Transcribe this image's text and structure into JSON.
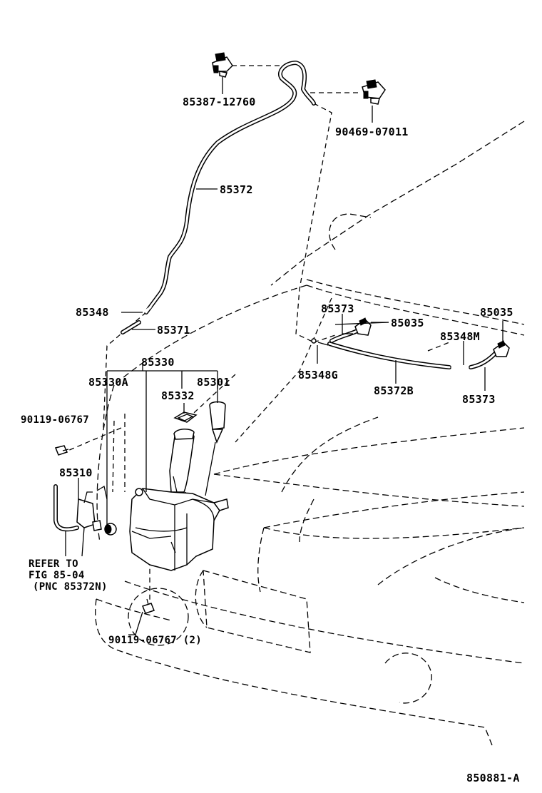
{
  "labels": {
    "p85387": "85387-12760",
    "p90469": "90469-07011",
    "p85372": "85372",
    "p85348": "85348",
    "p85371": "85371",
    "p85330": "85330",
    "p85330A": "85330A",
    "p85301": "85301",
    "p85332": "85332",
    "p90119a": "90119-06767",
    "p85310": "85310",
    "refer1": "REFER TO",
    "refer2": "FIG 85-04",
    "refer3": "(PNC 85372N)",
    "p90119b": "90119-06767 (2)",
    "p85373a": "85373",
    "p85035a": "85035",
    "p85035b": "85035",
    "p85348M": "85348M",
    "p85348G": "85348G",
    "p85372B": "85372B",
    "p85373b": "85373",
    "figure_id": "850881-A"
  }
}
